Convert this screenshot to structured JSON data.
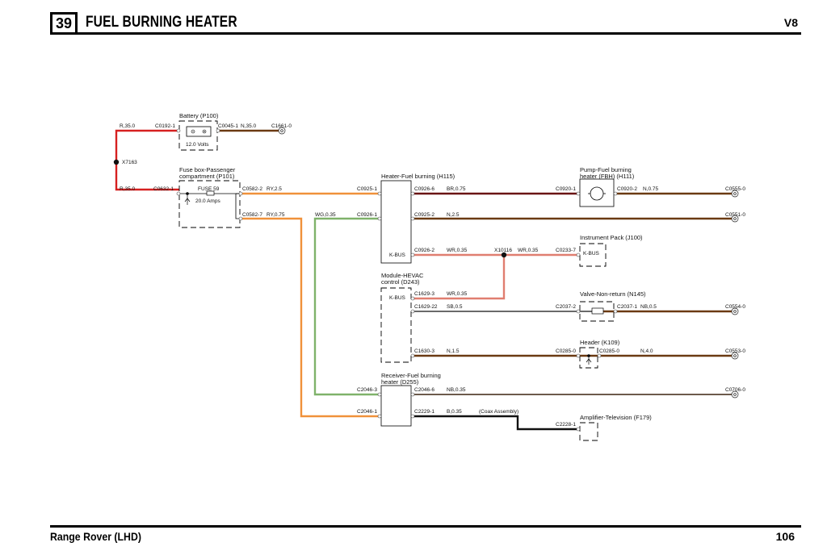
{
  "header": {
    "page_number": "39",
    "title": "FUEL BURNING HEATER",
    "variant": "V8"
  },
  "footer": {
    "vehicle": "Range Rover (LHD)",
    "page": "106"
  },
  "colors": {
    "red": "#d62020",
    "orange": "#f0913a",
    "brown": "#6b3a12",
    "maroon": "#6a1414",
    "green": "#7fb26a",
    "salmon": "#e07e70",
    "black": "#111111"
  },
  "components": {
    "battery": {
      "label": "Battery (P100)",
      "voltage": "12.0 Volts"
    },
    "fusebox": {
      "label1": "Fuse box-Passenger",
      "label2": "compartment (P101)",
      "fuse": "FUSE 59",
      "amps": "20.0 Amps"
    },
    "heater": {
      "label": "Heater-Fuel burning (H115)",
      "kbus": "K-BUS"
    },
    "hevac": {
      "label1": "Module-HEVAC",
      "label2": "control (D243)",
      "kbus": "K-BUS"
    },
    "receiver": {
      "label1": "Receiver-Fuel burning",
      "label2": "heater (D255)"
    },
    "pump": {
      "label1": "Pump-Fuel burning",
      "label2": "heater (FBH) (H111)"
    },
    "instrument": {
      "label": "Instrument Pack (J100)",
      "kbus": "K-BUS"
    },
    "valve": {
      "label": "Valve-Non-return (N145)"
    },
    "header": {
      "label": "Header (K109)"
    },
    "amplifier": {
      "label": "Amplifier-Television (F179)"
    }
  },
  "labels": {
    "r35_a": "R,35.0",
    "c0192_1": "C0192-1",
    "c0045_1": "C0045-1",
    "n35": "N,35.0",
    "c1661_0": "C1661-0",
    "x7163": "X7163",
    "r35_b": "R,35.0",
    "c0632_1": "C0632-1",
    "c0582_2": "C0582-2",
    "ry25": "RY,2.5",
    "c0925_1": "C0925-1",
    "c0582_7": "C0582-7",
    "ry075": "RY,0.75",
    "wg035": "WG,0.35",
    "c0926_1": "C0926-1",
    "c0926_6": "C0926-6",
    "br075": "BR,0.75",
    "c0920_1": "C0920-1",
    "c0920_2": "C0920-2",
    "n075": "N,0.75",
    "c0555_0": "C0555-0",
    "c0925_2": "C0925-2",
    "n25": "N,2.5",
    "c0551_0": "C0551-0",
    "c0926_2": "C0926-2",
    "wr035_a": "WR,0.35",
    "x10116": "X10116",
    "wr035_b": "WR,0.35",
    "c0233_7": "C0233-7",
    "c1629_3": "C1629-3",
    "wr035_c": "WR,0.35",
    "c1629_22": "C1629-22",
    "sb05": "SB,0.5",
    "c2037_2": "C2037-2",
    "c2037_1": "C2037-1",
    "nb05": "NB,0.5",
    "c0554_0": "C0554-0",
    "c1630_3": "C1630-3",
    "n15": "N,1.5",
    "c0285_0a": "C0285-0",
    "c0285_0b": "C0285-0",
    "n40": "N,4.0",
    "c0553_0": "C0553-0",
    "c2046_3": "C2046-3",
    "c2046_6": "C2046-6",
    "nb035": "NB,0.35",
    "c0706_0": "C0706-0",
    "c2046_1": "C2046-1",
    "c2229_1": "C2229-1",
    "b035": "B,0.35",
    "coax": "(Coax Assembly)",
    "c2228_1": "C2228-1"
  }
}
